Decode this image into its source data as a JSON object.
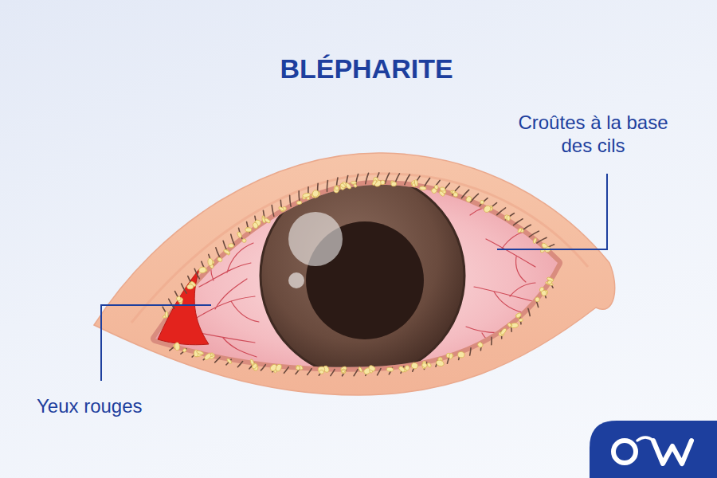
{
  "diagram": {
    "title": "BLÉPHARITE",
    "labels": [
      "Croûtes à la base des cils",
      "Yeux rouges"
    ]
  }
}
